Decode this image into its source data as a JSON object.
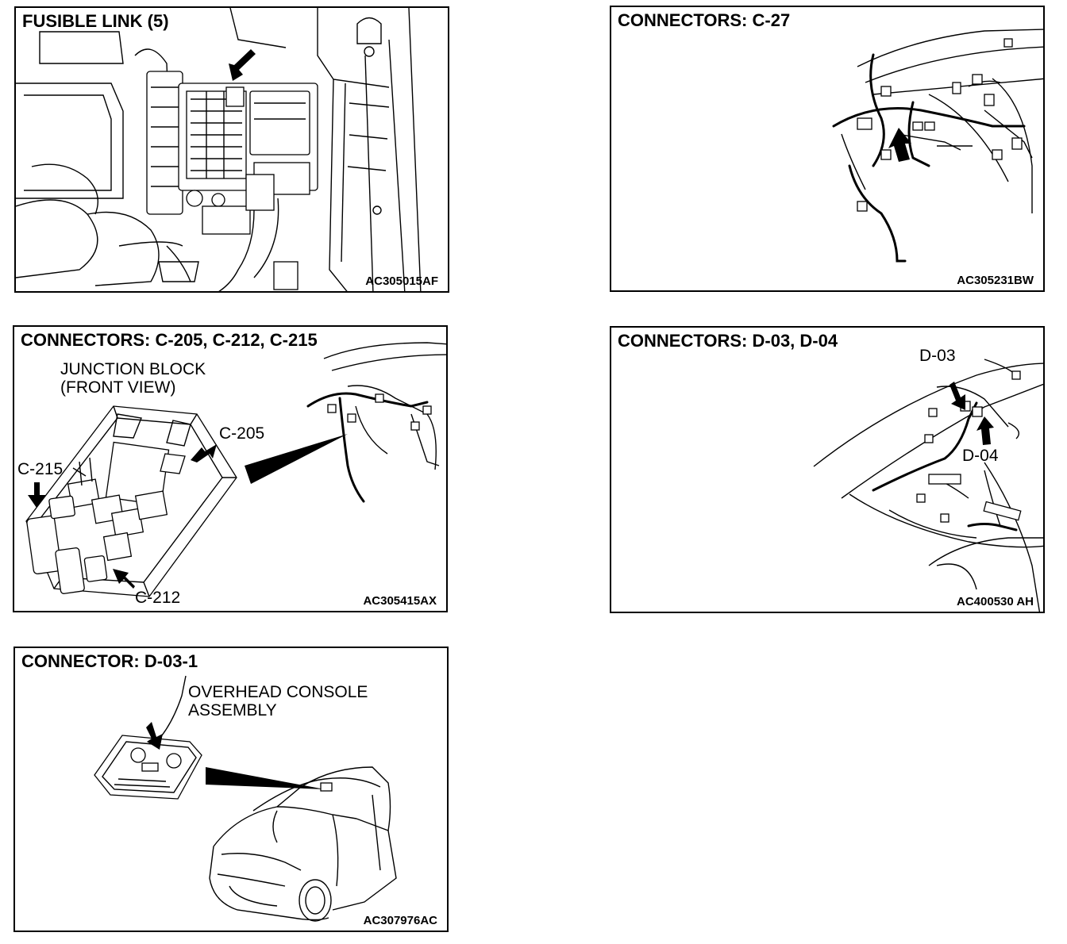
{
  "panels": {
    "fusible_link": {
      "title": "FUSIBLE LINK (5)",
      "code": "AC305015AF"
    },
    "c27": {
      "title": "CONNECTORS: C-27",
      "code": "AC305231BW"
    },
    "c205": {
      "title": "CONNECTORS: C-205, C-212, C-215",
      "code": "AC305415AX",
      "junction_line1": "JUNCTION BLOCK",
      "junction_line2": "(FRONT VIEW)",
      "label_c205": "C-205",
      "label_c215": "C-215",
      "label_c212": "C-212"
    },
    "d03d04": {
      "title": "CONNECTORS: D-03, D-04",
      "code": "AC400530 AH",
      "label_d03": "D-03",
      "label_d04": "D-04"
    },
    "d031": {
      "title": "CONNECTOR: D-03-1",
      "code": "AC307976AC",
      "console_line1": "OVERHEAD CONSOLE",
      "console_line2": "ASSEMBLY"
    }
  }
}
